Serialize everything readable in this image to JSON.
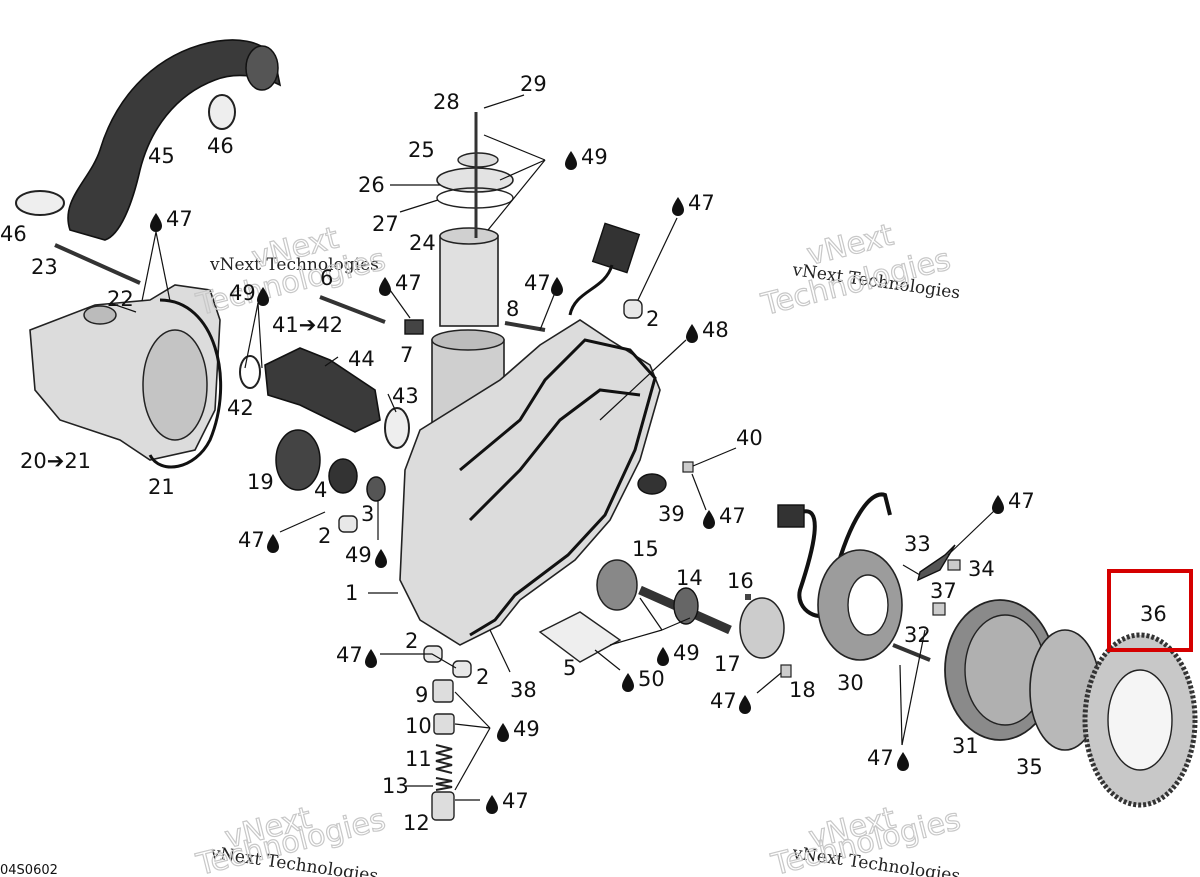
{
  "watermark": {
    "company": "vNext Technologies",
    "word1": "vNext",
    "word2": "Technologies"
  },
  "reference_code": "04S0602",
  "highlighted_callout": "36",
  "callouts": [
    {
      "id": "c1",
      "text": "1"
    },
    {
      "id": "c2a",
      "text": "2"
    },
    {
      "id": "c2b",
      "text": "2"
    },
    {
      "id": "c2c",
      "text": "2"
    },
    {
      "id": "c2d",
      "text": "2"
    },
    {
      "id": "c3",
      "text": "3"
    },
    {
      "id": "c4",
      "text": "4"
    },
    {
      "id": "c5",
      "text": "5"
    },
    {
      "id": "c6",
      "text": "6"
    },
    {
      "id": "c7",
      "text": "7"
    },
    {
      "id": "c8",
      "text": "8"
    },
    {
      "id": "c9",
      "text": "9"
    },
    {
      "id": "c10",
      "text": "10"
    },
    {
      "id": "c11",
      "text": "11"
    },
    {
      "id": "c12",
      "text": "12"
    },
    {
      "id": "c13",
      "text": "13"
    },
    {
      "id": "c14",
      "text": "14"
    },
    {
      "id": "c15",
      "text": "15"
    },
    {
      "id": "c16",
      "text": "16"
    },
    {
      "id": "c17",
      "text": "17"
    },
    {
      "id": "c18",
      "text": "18"
    },
    {
      "id": "c19",
      "text": "19"
    },
    {
      "id": "c2021",
      "text": "20➔21"
    },
    {
      "id": "c21",
      "text": "21"
    },
    {
      "id": "c22",
      "text": "22"
    },
    {
      "id": "c23",
      "text": "23"
    },
    {
      "id": "c24",
      "text": "24"
    },
    {
      "id": "c25",
      "text": "25"
    },
    {
      "id": "c26",
      "text": "26"
    },
    {
      "id": "c27",
      "text": "27"
    },
    {
      "id": "c28",
      "text": "28"
    },
    {
      "id": "c29",
      "text": "29"
    },
    {
      "id": "c30",
      "text": "30"
    },
    {
      "id": "c31",
      "text": "31"
    },
    {
      "id": "c32",
      "text": "32"
    },
    {
      "id": "c33",
      "text": "33"
    },
    {
      "id": "c34",
      "text": "34"
    },
    {
      "id": "c35",
      "text": "35"
    },
    {
      "id": "c36",
      "text": "36"
    },
    {
      "id": "c37",
      "text": "37"
    },
    {
      "id": "c38",
      "text": "38"
    },
    {
      "id": "c39",
      "text": "39"
    },
    {
      "id": "c40",
      "text": "40"
    },
    {
      "id": "c4142",
      "text": "41➔42"
    },
    {
      "id": "c42",
      "text": "42"
    },
    {
      "id": "c43",
      "text": "43"
    },
    {
      "id": "c44",
      "text": "44"
    },
    {
      "id": "c45",
      "text": "45"
    },
    {
      "id": "c46a",
      "text": "46"
    },
    {
      "id": "c46b",
      "text": "46"
    }
  ],
  "lubricant_callouts": [
    {
      "id": "l47a",
      "text": "47"
    },
    {
      "id": "l47b",
      "text": "47"
    },
    {
      "id": "l47c",
      "text": "47"
    },
    {
      "id": "l47d",
      "text": "47"
    },
    {
      "id": "l47e",
      "text": "47"
    },
    {
      "id": "l47f",
      "text": "47"
    },
    {
      "id": "l47g",
      "text": "47"
    },
    {
      "id": "l47h",
      "text": "47"
    },
    {
      "id": "l47i",
      "text": "47"
    },
    {
      "id": "l47j",
      "text": "47"
    },
    {
      "id": "l47k",
      "text": "47"
    },
    {
      "id": "l48",
      "text": "48"
    },
    {
      "id": "l49a",
      "text": "49"
    },
    {
      "id": "l49b",
      "text": "49"
    },
    {
      "id": "l49c",
      "text": "49"
    },
    {
      "id": "l49d",
      "text": "49"
    },
    {
      "id": "l49e",
      "text": "49"
    },
    {
      "id": "l50",
      "text": "50"
    }
  ]
}
